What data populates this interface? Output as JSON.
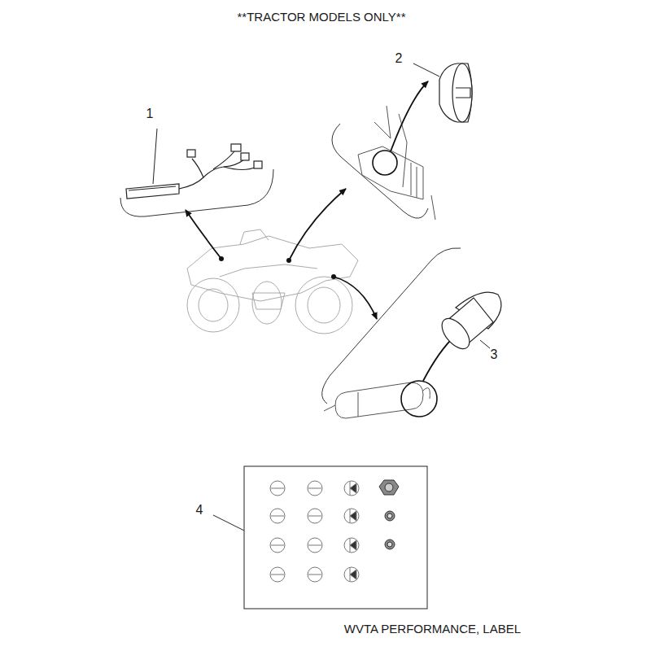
{
  "diagram": {
    "title": "**TRACTOR MODELS ONLY**",
    "caption": "WVTA PERFORMANCE, LABEL",
    "labels": [
      "1",
      "2",
      "3",
      "4"
    ]
  }
}
